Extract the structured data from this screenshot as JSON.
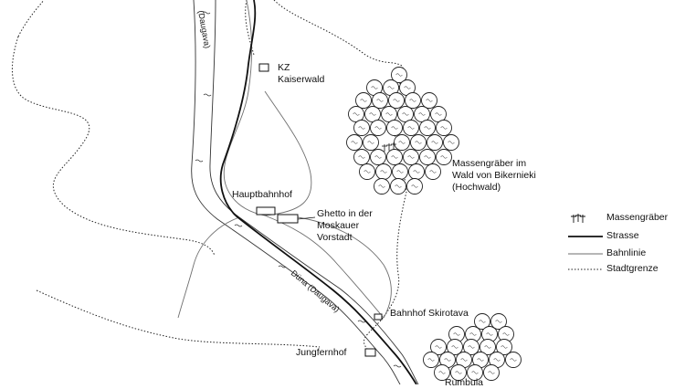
{
  "map": {
    "labels": {
      "kz": "KZ\nKaiserwald",
      "massengraeber_wald": "Massengräber im\nWald von Bikernieki\n(Hochwald)",
      "hauptbahnhof": "Hauptbahnhof",
      "ghetto": "Ghetto in der\nMoskauer\nVorstadt",
      "bahnhof_skirotava": "Bahnhof Skirotava",
      "jungfernhof": "Jungfernhof",
      "rumbula": "Rumbula",
      "river_upper": "(Daugava)",
      "river_lower": "Düna (Daugava)"
    },
    "legend": {
      "massengraeber": "Massengräber",
      "strasse": "Strasse",
      "bahnlinie": "Bahnlinie",
      "stadtgrenze": "Stadtgrenze"
    },
    "colors": {
      "ink": "#111111",
      "rail": "#6e6e6e"
    }
  }
}
